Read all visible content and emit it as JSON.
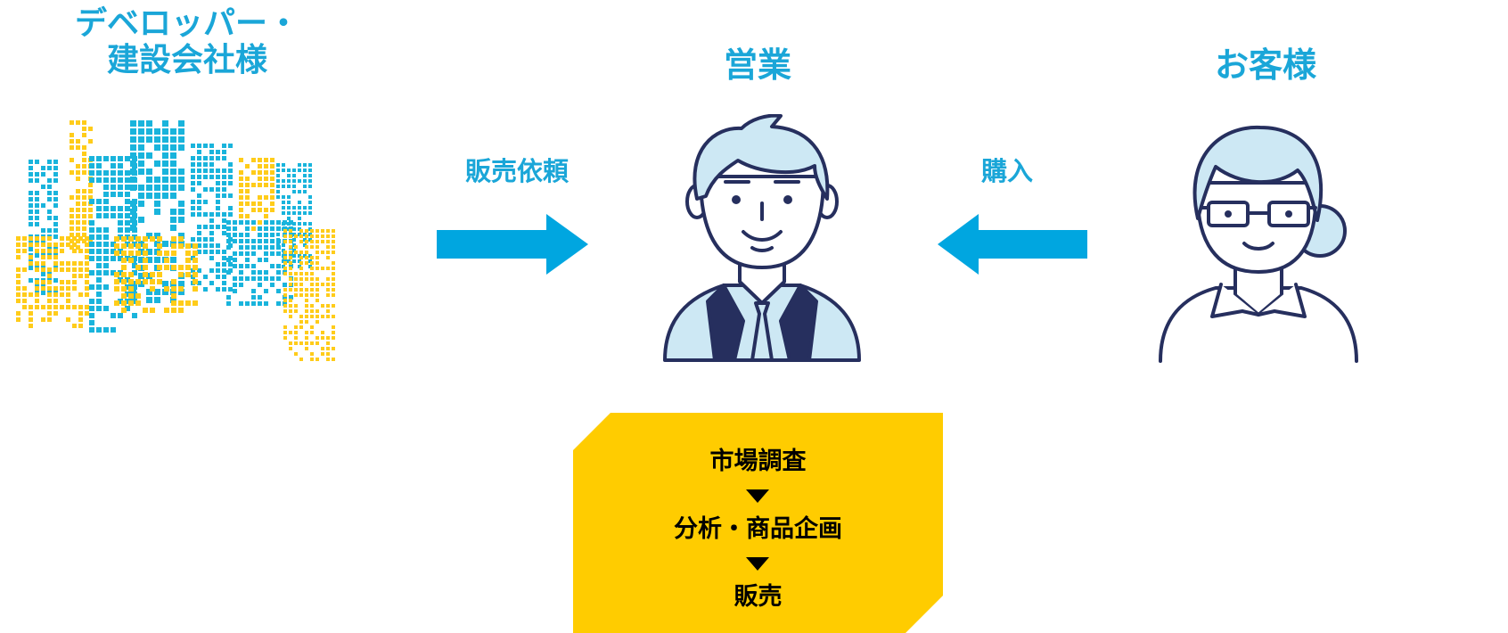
{
  "colors": {
    "accent": "#1aa6d8",
    "arrow": "#00a6e0",
    "yellow": "#ffcc00",
    "navy": "#262f5e",
    "skin_blue": "#cde8f4"
  },
  "developer": {
    "line1": "デベロッパー・",
    "line2": "建設会社様"
  },
  "sales": {
    "title": "営業"
  },
  "customer": {
    "title": "お客様"
  },
  "flows": {
    "request_label": "販売依頼",
    "purchase_label": "購入"
  },
  "process": {
    "steps": [
      "市場調査",
      "分析・商品企画",
      "販売"
    ]
  },
  "icons": {
    "developer": "city-buildings-icon",
    "sales": "salesman-avatar-icon",
    "customer": "customer-woman-avatar-icon"
  }
}
